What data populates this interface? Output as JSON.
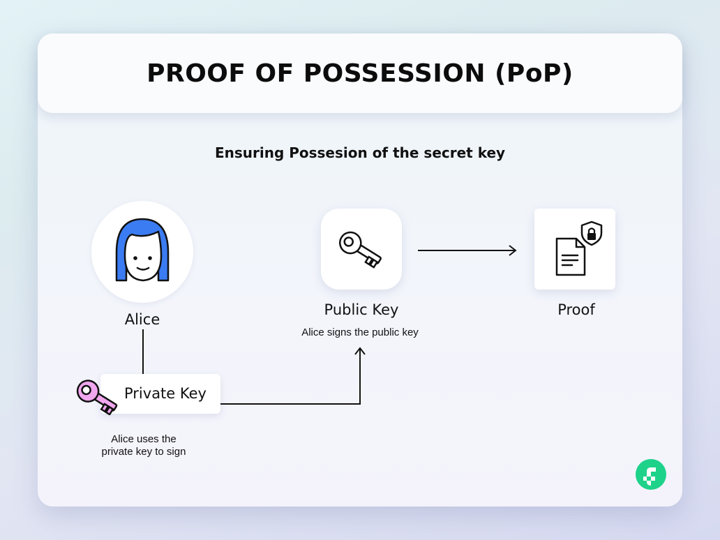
{
  "title": "PROOF OF POSSESSION (PoP)",
  "subtitle": "Ensuring Possesion of the secret key",
  "nodes": {
    "alice": {
      "label": "Alice",
      "icon": "person-icon"
    },
    "private_key": {
      "label": "Private Key",
      "caption_line1": "Alice uses the",
      "caption_line2": "private key to sign",
      "icon": "key-icon"
    },
    "public_key": {
      "label": "Public Key",
      "caption": "Alice signs the public key",
      "icon": "key-icon"
    },
    "proof": {
      "label": "Proof",
      "icon": "document-shield-icon"
    }
  },
  "colors": {
    "hair": "#3b7cf2",
    "private_key": "#f0a6ee",
    "logo": "#1ed28a"
  }
}
